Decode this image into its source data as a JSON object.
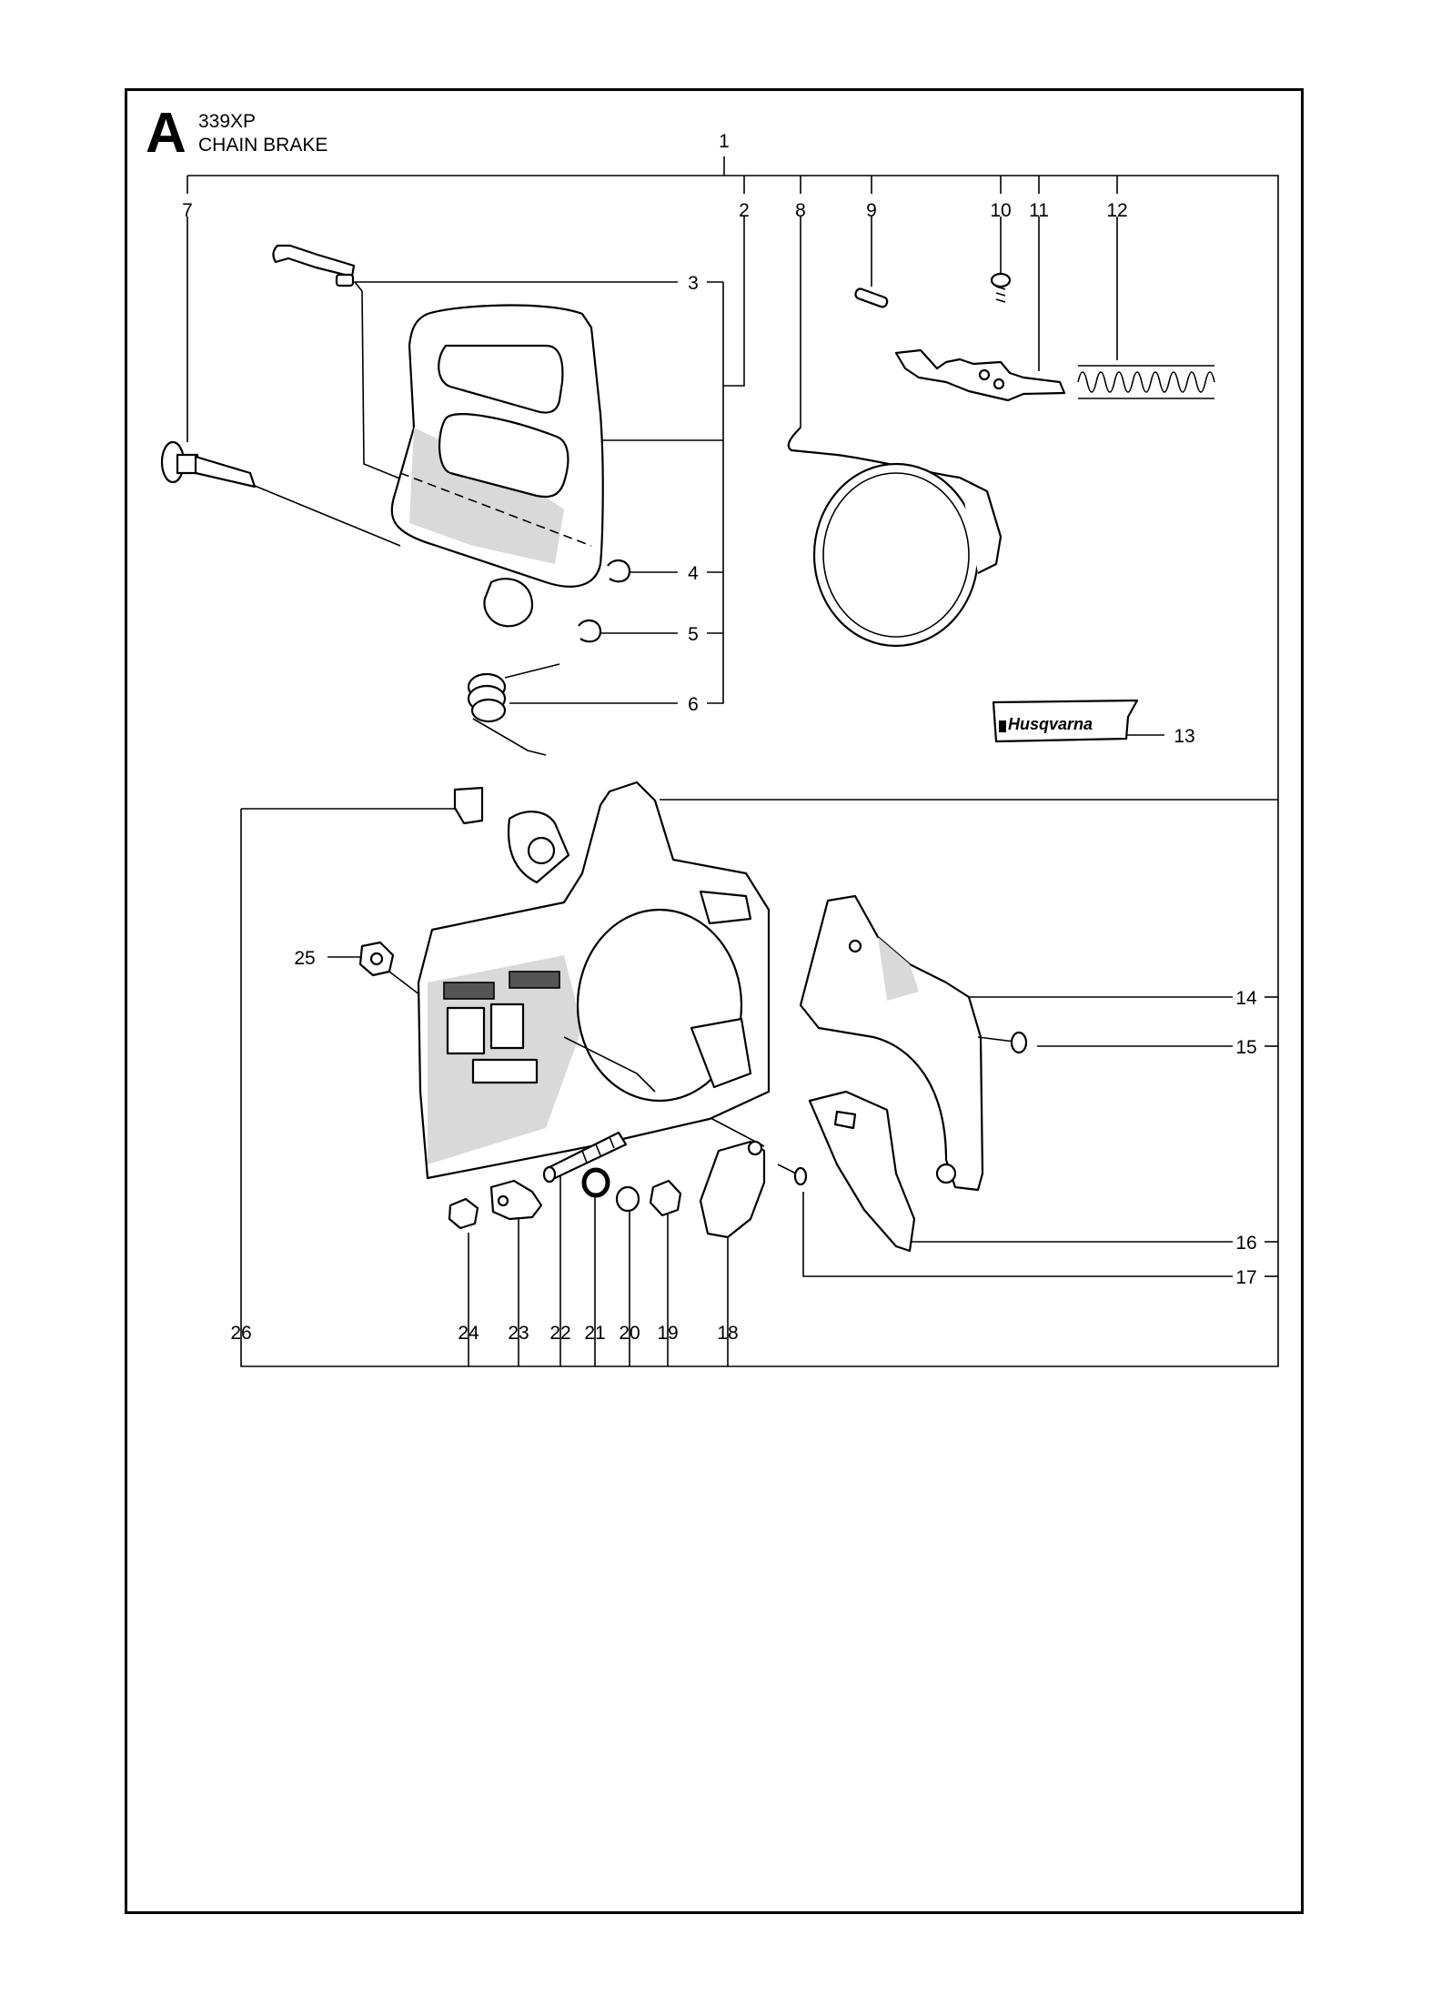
{
  "page": {
    "section_letter": "A",
    "model": "339XP",
    "title": "CHAIN BRAKE"
  },
  "brand_logo": {
    "text": "Husqvarna"
  },
  "callouts": [
    "1",
    "2",
    "3",
    "4",
    "5",
    "6",
    "7",
    "8",
    "9",
    "10",
    "11",
    "12",
    "13",
    "14",
    "15",
    "16",
    "17",
    "18",
    "19",
    "20",
    "21",
    "22",
    "23",
    "24",
    "25",
    "26"
  ]
}
